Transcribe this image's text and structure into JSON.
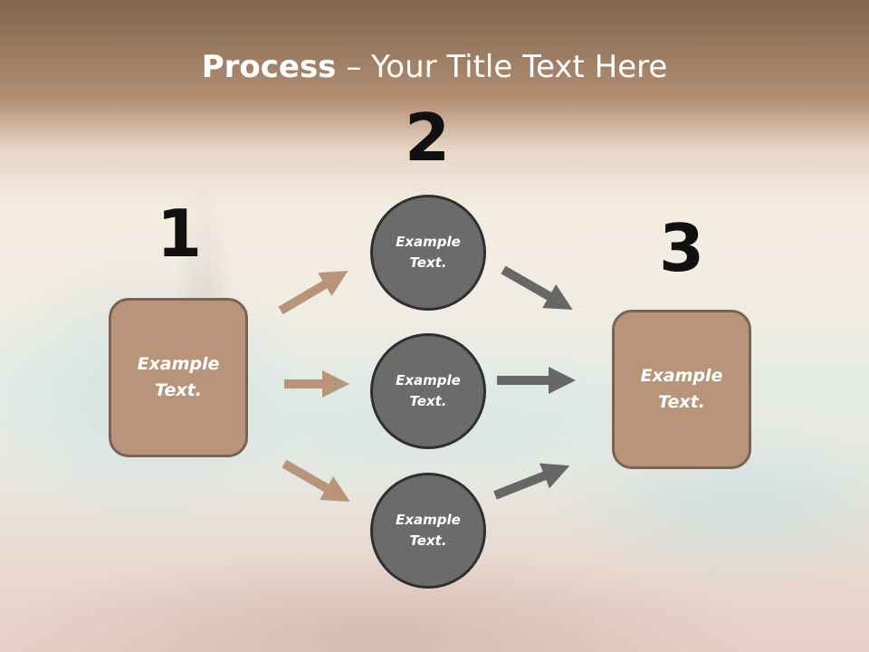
{
  "title": {
    "bold": "Process",
    "rest": " – Your Title Text Here"
  },
  "steps": {
    "one": {
      "number": "1",
      "text": "Example Text."
    },
    "two": {
      "number": "2",
      "items": [
        "Example Text.",
        "Example Text.",
        "Example Text."
      ]
    },
    "three": {
      "number": "3",
      "text": "Example Text."
    }
  },
  "colors": {
    "box": "#b8957a",
    "circle": "#6b6b6b",
    "arrow_tan": "#b8957a",
    "arrow_gray": "#676767"
  }
}
